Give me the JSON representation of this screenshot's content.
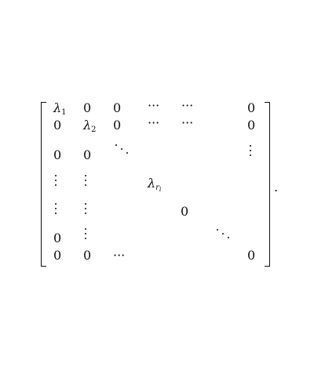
{
  "matrix": {
    "lambda": "λ",
    "sub_1": "1",
    "sub_2": "2",
    "sub_r": "r",
    "sub_i": "i",
    "zero": "0",
    "cdots": "···",
    "period": "."
  }
}
